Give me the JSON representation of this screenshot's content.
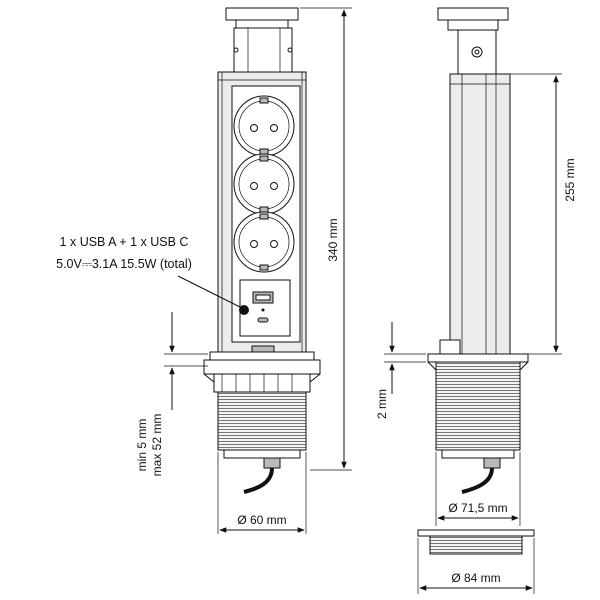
{
  "front_view": {
    "usb_spec_line1": "1 x USB A + 1 x USB C",
    "usb_spec_line2": "5.0V⎓3.1A  15.5W (total)",
    "height_total": "340 mm",
    "clamp_range_min": "min 5 mm",
    "clamp_range_max": "max 52 mm",
    "diameter_cutout": "Ø 60 mm"
  },
  "side_view": {
    "height_extended": "255 mm",
    "flange_thickness": "2 mm",
    "diameter_housing": "Ø 71,5 mm",
    "diameter_flange": "Ø 84 mm"
  },
  "colors": {
    "line": "#111111",
    "body_fill": "#ececec",
    "shadow_fill": "#b9b9b9"
  }
}
